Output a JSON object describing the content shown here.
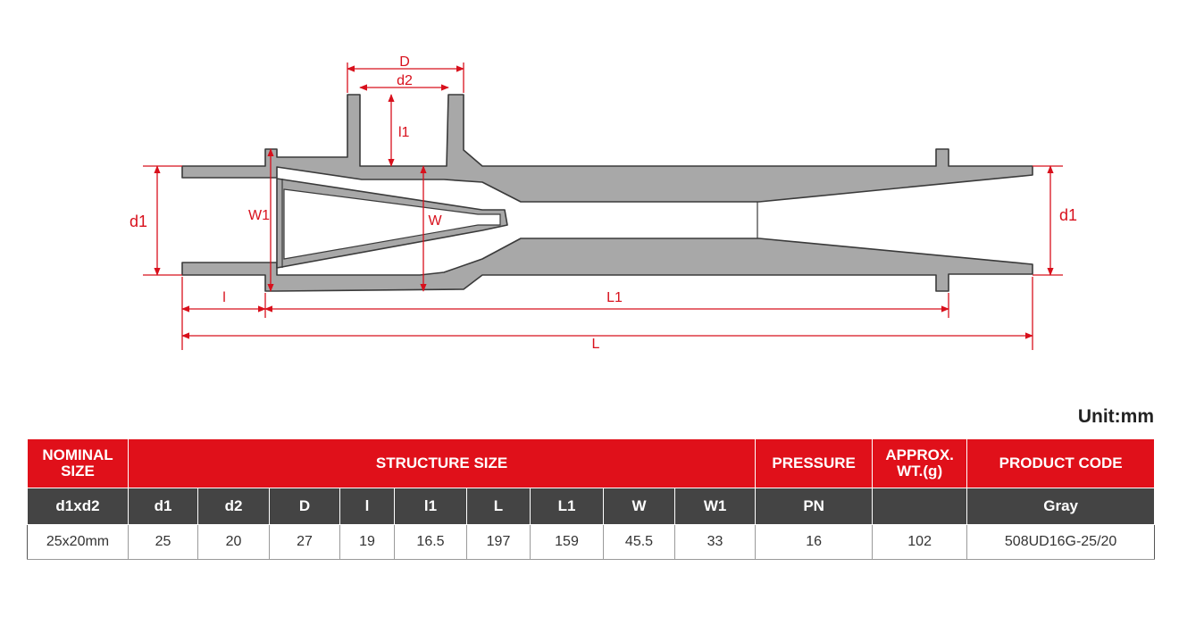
{
  "drawing": {
    "labels": {
      "D": "D",
      "d2": "d2",
      "l1": "l1",
      "d1_left": "d1",
      "d1_right": "d1",
      "W1": "W1",
      "W": "W",
      "l": "l",
      "L1": "L1",
      "L": "L"
    },
    "colors": {
      "body": "#a8a8a8",
      "outline": "#3a3a3a",
      "dimension": "#d8101c"
    }
  },
  "unit_label": "Unit:mm",
  "table": {
    "header_groups": {
      "nominal_size": "NOMINAL\nSIZE",
      "structure_size": "STRUCTURE SIZE",
      "pressure": "PRESSURE",
      "approx_wt": "APPROX.\nWT.(g)",
      "product_code": "PRODUCT CODE"
    },
    "subheaders": {
      "d1xd2": "d1xd2",
      "d1": "d1",
      "d2": "d2",
      "D": "D",
      "l": "l",
      "l1": "l1",
      "L": "L",
      "L1": "L1",
      "W": "W",
      "W1": "W1",
      "PN": "PN",
      "weight": "",
      "color": "Gray"
    },
    "row": {
      "d1xd2": "25x20mm",
      "d1": "25",
      "d2": "20",
      "D": "27",
      "l": "19",
      "l1": "16.5",
      "L": "197",
      "L1": "159",
      "W": "45.5",
      "W1": "33",
      "PN": "16",
      "weight": "102",
      "code": "508UD16G-25/20"
    },
    "colors": {
      "header_red": "#e0101a",
      "subheader_dark": "#444444"
    }
  }
}
